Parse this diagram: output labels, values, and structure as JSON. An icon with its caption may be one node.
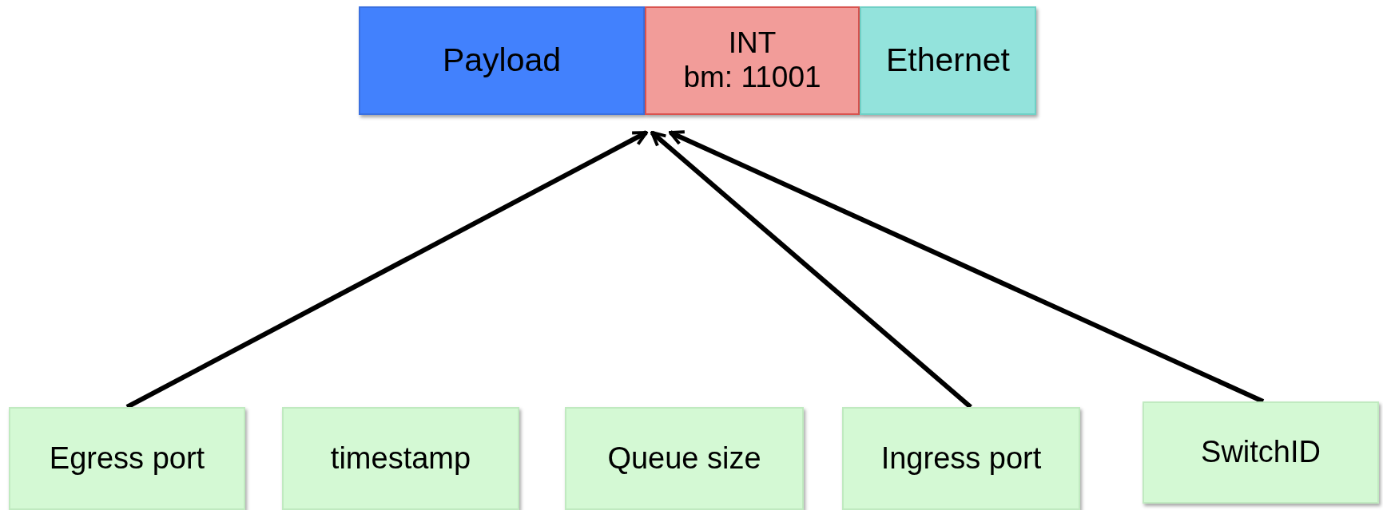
{
  "diagram": {
    "nodes": [
      {
        "text": [
          "Payload"
        ]
      },
      {
        "text": [
          "INT",
          "bm: 11001"
        ]
      },
      {
        "text": [
          "Ethernet"
        ]
      },
      {
        "text": [
          "Egress port"
        ]
      },
      {
        "text": [
          "timestamp"
        ]
      },
      {
        "text": [
          "Queue size"
        ]
      },
      {
        "text": [
          "Ingress port"
        ]
      },
      {
        "text": [
          "SwitchID"
        ]
      }
    ],
    "edges": [
      {
        "from": 3,
        "to": 1,
        "arrow": "to"
      },
      {
        "from": 6,
        "to": 1,
        "arrow": "to"
      },
      {
        "from": 7,
        "to": 1,
        "arrow": "to"
      }
    ]
  }
}
